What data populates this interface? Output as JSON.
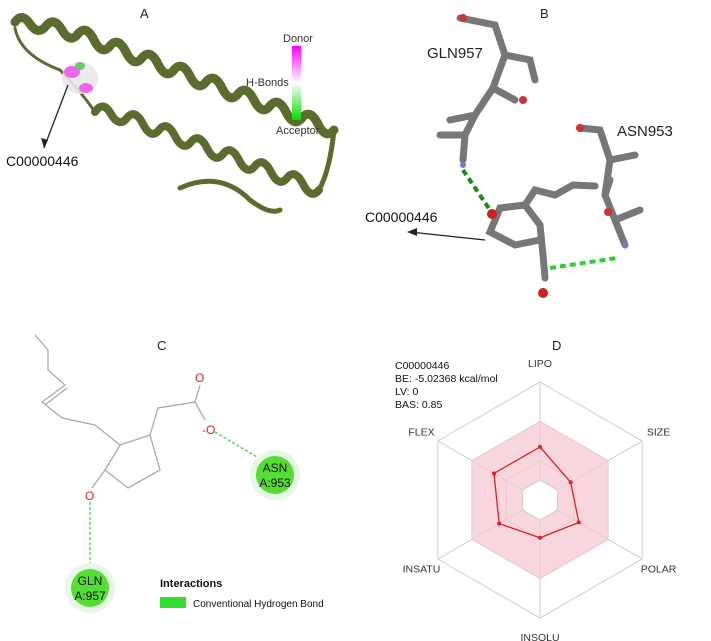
{
  "panels": {
    "A": {
      "label": "A",
      "ligand_label": "C00000446",
      "legend": {
        "top": "Donor",
        "middle": "H-Bonds",
        "bottom": "Acceptor",
        "top_color": "#ff00ff",
        "bottom_color": "#00dd00"
      },
      "ribbon_color": "#5c6b2e"
    },
    "B": {
      "label": "B",
      "residue_1": "GLN957",
      "residue_2": "ASN953",
      "ligand_label": "C00000446"
    },
    "C": {
      "label": "C",
      "atoms": {
        "o1": "O",
        "o2": "-O",
        "o3": "O"
      },
      "residue_asn": {
        "name": "ASN",
        "chain": "A:953"
      },
      "residue_gln": {
        "name": "GLN",
        "chain": "A:957"
      },
      "legend_title": "Interactions",
      "legend_item": "Conventional Hydrogen Bond",
      "hbond_color": "#33dd33"
    },
    "D": {
      "label": "D",
      "info": [
        "C00000446",
        "BE: -5.02368 kcal/mol",
        "LV: 0",
        "BAS: 0.85"
      ],
      "axes": [
        "LIPO",
        "SIZE",
        "POLAR",
        "INSOLU",
        "INSATU",
        "FLEX"
      ]
    }
  },
  "chart_data": {
    "type": "radar",
    "axes": [
      "LIPO",
      "SIZE",
      "POLAR",
      "INSOLU",
      "INSATU",
      "FLEX"
    ],
    "series": [
      {
        "values": [
          0.45,
          0.3,
          0.38,
          0.32,
          0.4,
          0.45
        ]
      }
    ],
    "optimal_range": {
      "min": 0.17,
      "max": 0.67
    },
    "colors": {
      "series": "#dd2222",
      "optimal_fill": "#f4c8d2",
      "grid": "#cccccc"
    }
  }
}
